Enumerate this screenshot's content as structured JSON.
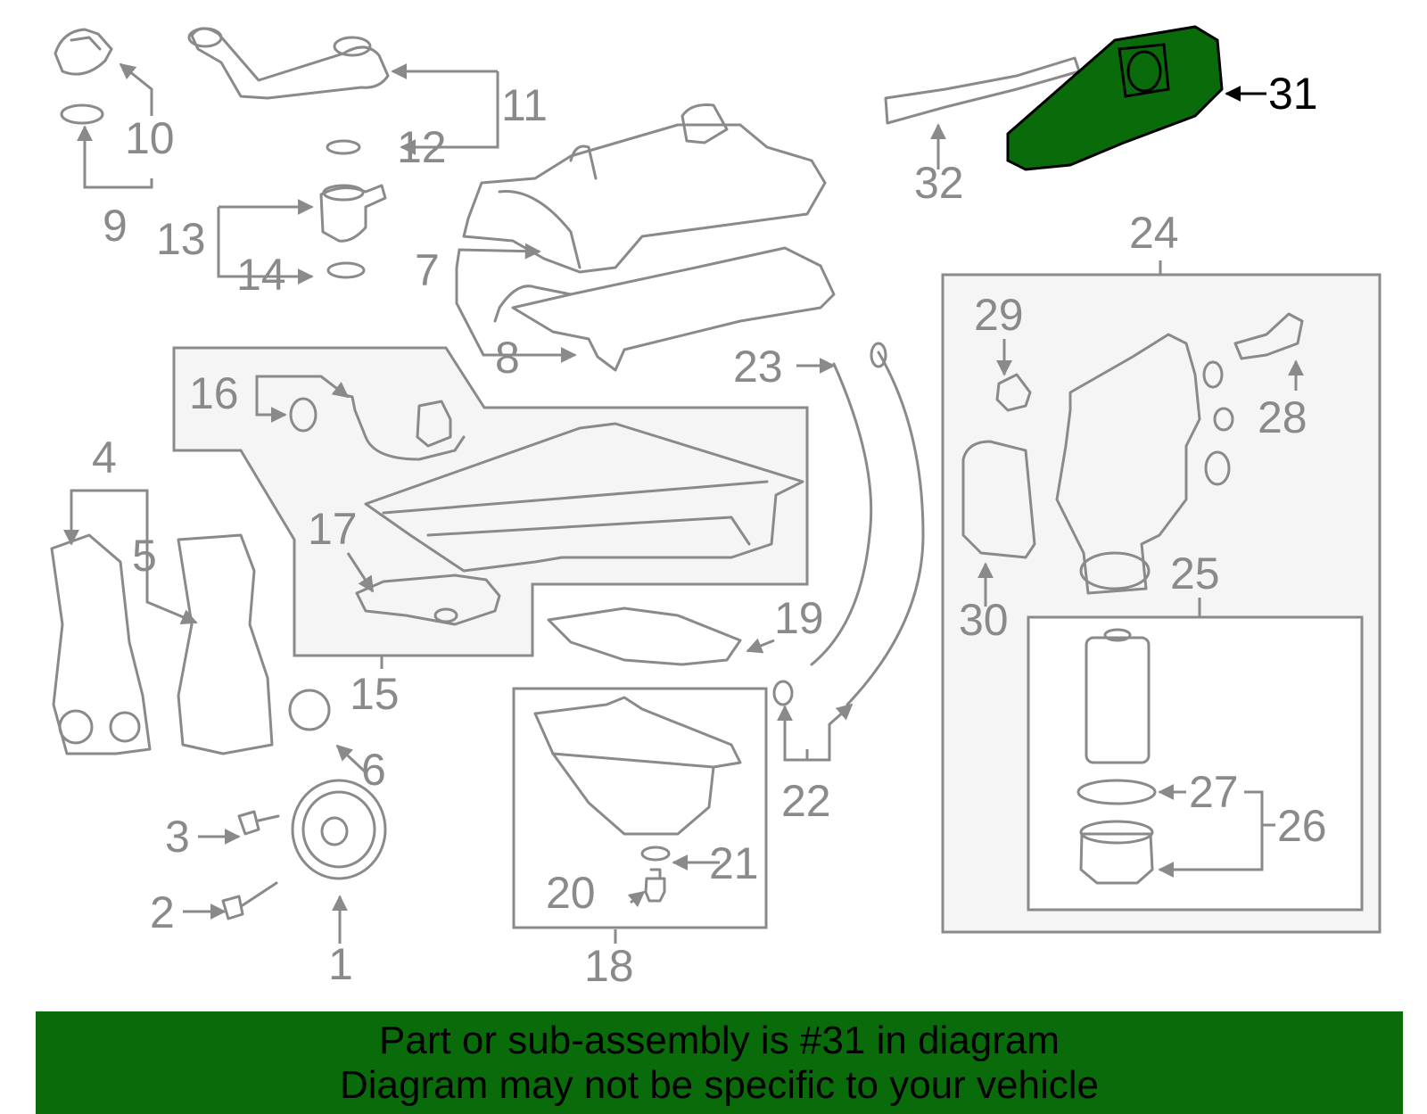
{
  "diagram": {
    "callouts": [
      "1",
      "2",
      "3",
      "4",
      "5",
      "6",
      "7",
      "8",
      "9",
      "10",
      "11",
      "12",
      "13",
      "14",
      "15",
      "16",
      "17",
      "18",
      "19",
      "20",
      "21",
      "22",
      "23",
      "24",
      "25",
      "26",
      "27",
      "28",
      "29",
      "30",
      "31",
      "32"
    ],
    "highlighted_part": "31",
    "highlight_color": "#0a6b0a",
    "line_color": "#8a8a8a"
  },
  "banner": {
    "line1": "Part or sub-assembly is #31 in diagram",
    "line2": "Diagram may not be specific to your vehicle",
    "background": "#0a6b0a"
  }
}
